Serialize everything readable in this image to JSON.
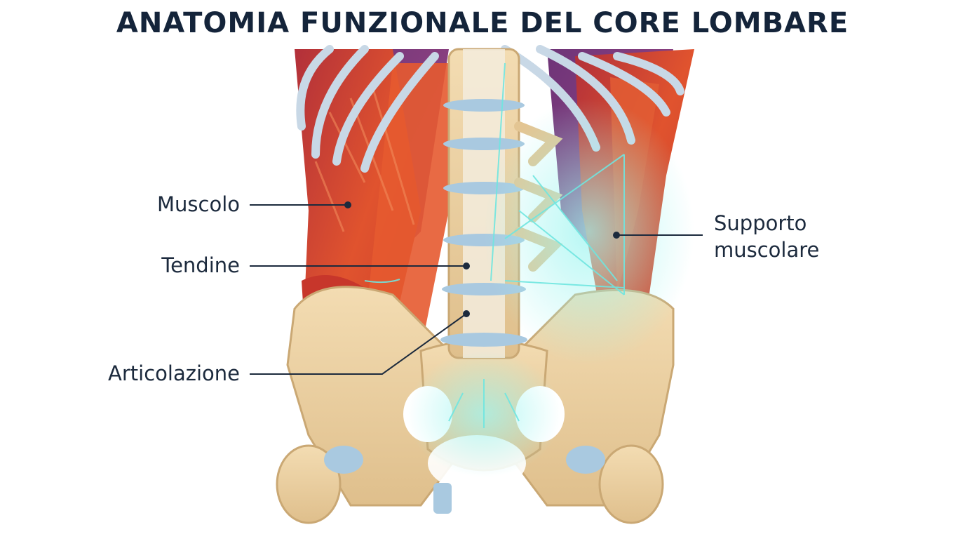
{
  "title": "ANATOMIA FUNZIONALE DEL CORE LOMBARE",
  "labels": {
    "muscle": "Muscolo",
    "tendon": "Tendine",
    "joint": "Articolazione",
    "support_line1": "Supporto",
    "support_line2": "muscolare"
  },
  "colors": {
    "title": "#14243a",
    "label_text": "#1c2a3d",
    "leader_line": "#1c2a3d",
    "muscle_red": "#d8482c",
    "muscle_purple": "#8a3f86",
    "bone": "#ecd2a4",
    "cartilage": "#a9c9e0",
    "support_glow": "#6fe6e0",
    "tendon": "#f3ecdd"
  }
}
